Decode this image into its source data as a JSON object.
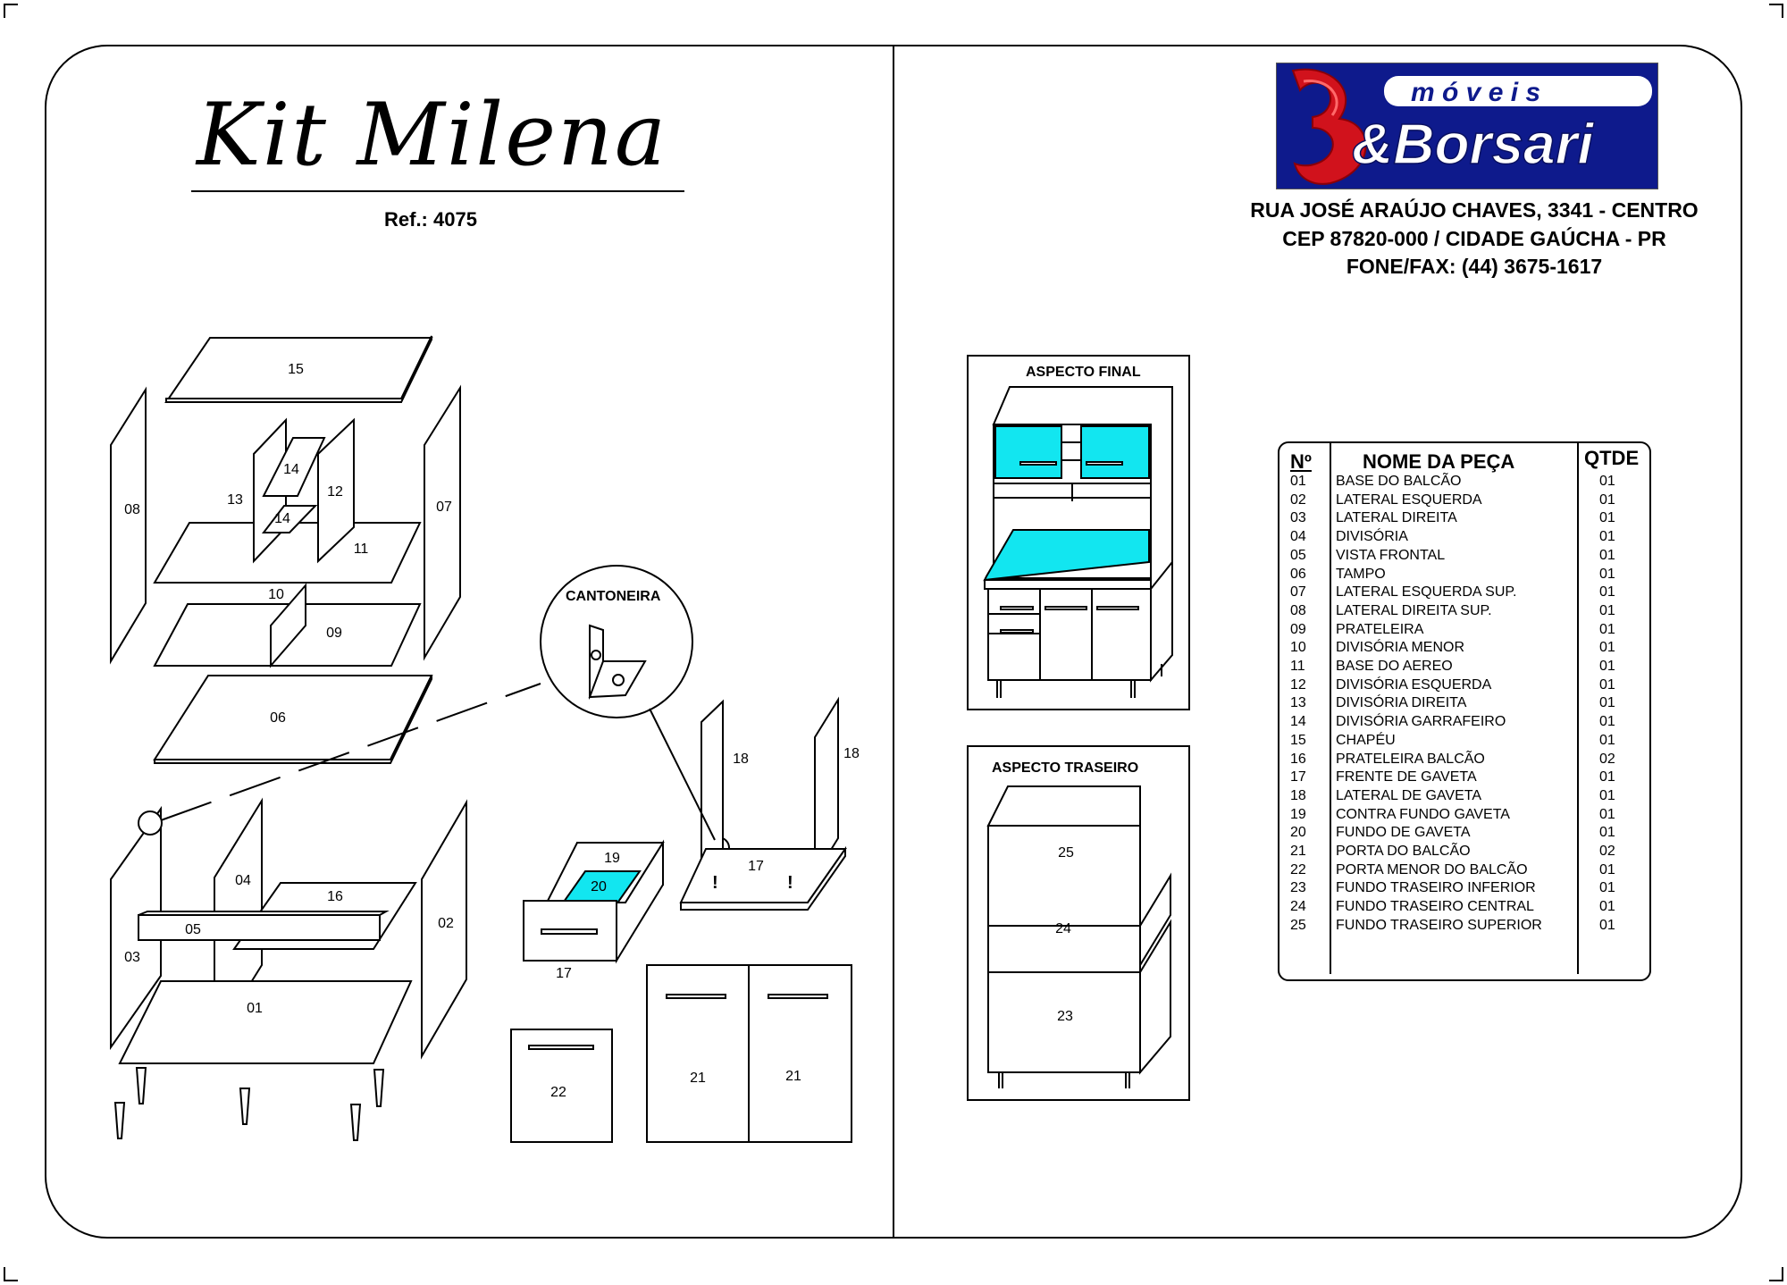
{
  "title": "Kit Milena",
  "ref": "Ref.: 4075",
  "company": {
    "logo_small": "m ó v e i s",
    "logo_big": "&Borsari",
    "address_line1": "RUA JOSÉ ARAÚJO CHAVES, 3341 - CENTRO",
    "address_line2": "CEP 87820-000 / CIDADE GAÚCHA - PR",
    "address_line3": "FONE/FAX: (44) 3675-1617"
  },
  "labels": {
    "cantoneira": "CANTONEIRA",
    "aspecto_final": "ASPECTO FINAL",
    "aspecto_traseiro": "ASPECTO TRASEIRO"
  },
  "parts_table": {
    "headers": {
      "number": "Nº",
      "name": "NOME DA PEÇA",
      "qty": "QTDE"
    },
    "rows": [
      {
        "n": "01",
        "name": "BASE DO BALCÃO",
        "qty": "01"
      },
      {
        "n": "02",
        "name": "LATERAL ESQUERDA",
        "qty": "01"
      },
      {
        "n": "03",
        "name": "LATERAL DIREITA",
        "qty": "01"
      },
      {
        "n": "04",
        "name": "DIVISÓRIA",
        "qty": "01"
      },
      {
        "n": "05",
        "name": "VISTA FRONTAL",
        "qty": "01"
      },
      {
        "n": "06",
        "name": "TAMPO",
        "qty": "01"
      },
      {
        "n": "07",
        "name": "LATERAL ESQUERDA SUP.",
        "qty": "01"
      },
      {
        "n": "08",
        "name": "LATERAL DIREITA SUP.",
        "qty": "01"
      },
      {
        "n": "09",
        "name": "PRATELEIRA",
        "qty": "01"
      },
      {
        "n": "10",
        "name": "DIVISÓRIA MENOR",
        "qty": "01"
      },
      {
        "n": "11",
        "name": "BASE DO AEREO",
        "qty": "01"
      },
      {
        "n": "12",
        "name": "DIVISÓRIA ESQUERDA",
        "qty": "01"
      },
      {
        "n": "13",
        "name": "DIVISÓRIA DIREITA",
        "qty": "01"
      },
      {
        "n": "14",
        "name": "DIVISÓRIA GARRAFEIRO",
        "qty": "01"
      },
      {
        "n": "15",
        "name": "CHAPÉU",
        "qty": "01"
      },
      {
        "n": "16",
        "name": "PRATELEIRA BALCÃO",
        "qty": "02"
      },
      {
        "n": "17",
        "name": "FRENTE DE GAVETA",
        "qty": "01"
      },
      {
        "n": "18",
        "name": "LATERAL DE GAVETA",
        "qty": "01"
      },
      {
        "n": "19",
        "name": "CONTRA FUNDO GAVETA",
        "qty": "01"
      },
      {
        "n": "20",
        "name": "FUNDO DE GAVETA",
        "qty": "01"
      },
      {
        "n": "21",
        "name": "PORTA DO BALCÃO",
        "qty": "02"
      },
      {
        "n": "22",
        "name": "PORTA MENOR DO BALCÃO",
        "qty": "01"
      },
      {
        "n": "23",
        "name": "FUNDO TRASEIRO INFERIOR",
        "qty": "01"
      },
      {
        "n": "24",
        "name": "FUNDO TRASEIRO CENTRAL",
        "qty": "01"
      },
      {
        "n": "25",
        "name": "FUNDO TRASEIRO SUPERIOR",
        "qty": "01"
      }
    ]
  },
  "diagram_numbers": {
    "p15": "15",
    "p08": "08",
    "p13": "13",
    "p14a": "14",
    "p14b": "14",
    "p12": "12",
    "p07": "07",
    "p11": "11",
    "p10": "10",
    "p09": "09",
    "p06": "06",
    "p04": "04",
    "p16": "16",
    "p05": "05",
    "p03": "03",
    "p02": "02",
    "p01": "01",
    "p19": "19",
    "p20": "20",
    "p17a": "17",
    "p18a": "18",
    "p18b": "18",
    "p17b": "17",
    "p22": "22",
    "p21a": "21",
    "p21b": "21",
    "p25": "25",
    "p24": "24",
    "p23": "23"
  },
  "colors": {
    "accent": "#12e6f0",
    "logo_bg": "#0e1a8c",
    "logo_red": "#d1121c"
  }
}
